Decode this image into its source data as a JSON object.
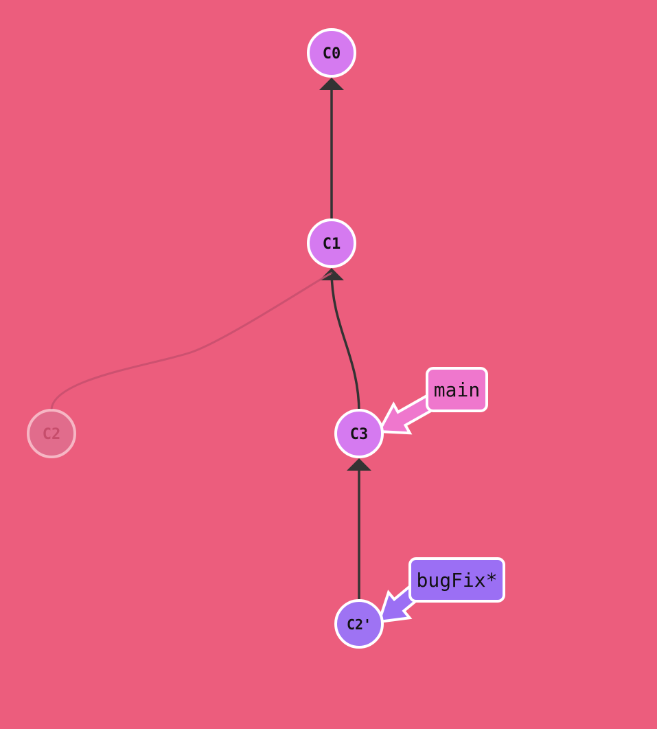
{
  "diagram": {
    "background_color": "#ec5d7d",
    "commits": [
      {
        "id": "c0",
        "label": "C0",
        "fill": "#d57af0",
        "faded": false
      },
      {
        "id": "c1",
        "label": "C1",
        "fill": "#d57af0",
        "faded": false
      },
      {
        "id": "c2",
        "label": "C2",
        "fill": "#d97a9a",
        "faded": true
      },
      {
        "id": "c3",
        "label": "C3",
        "fill": "#d57af0",
        "faded": false
      },
      {
        "id": "c2p",
        "label": "C2'",
        "fill": "#9e73f3",
        "faded": false
      }
    ],
    "edges": [
      {
        "from": "c1",
        "to": "c0",
        "faded": false
      },
      {
        "from": "c3",
        "to": "c1",
        "faded": false
      },
      {
        "from": "c2",
        "to": "c1",
        "faded": true
      },
      {
        "from": "c2p",
        "to": "c3",
        "faded": false
      }
    ],
    "branches": [
      {
        "id": "main",
        "label": "main",
        "target": "c3",
        "fill": "#ef77cd",
        "arrow_fill": "#ef77cd"
      },
      {
        "id": "bugfix",
        "label": "bugFix*",
        "target": "c2p",
        "fill": "#9b6ff4",
        "arrow_fill": "#9b6ff4"
      }
    ]
  }
}
